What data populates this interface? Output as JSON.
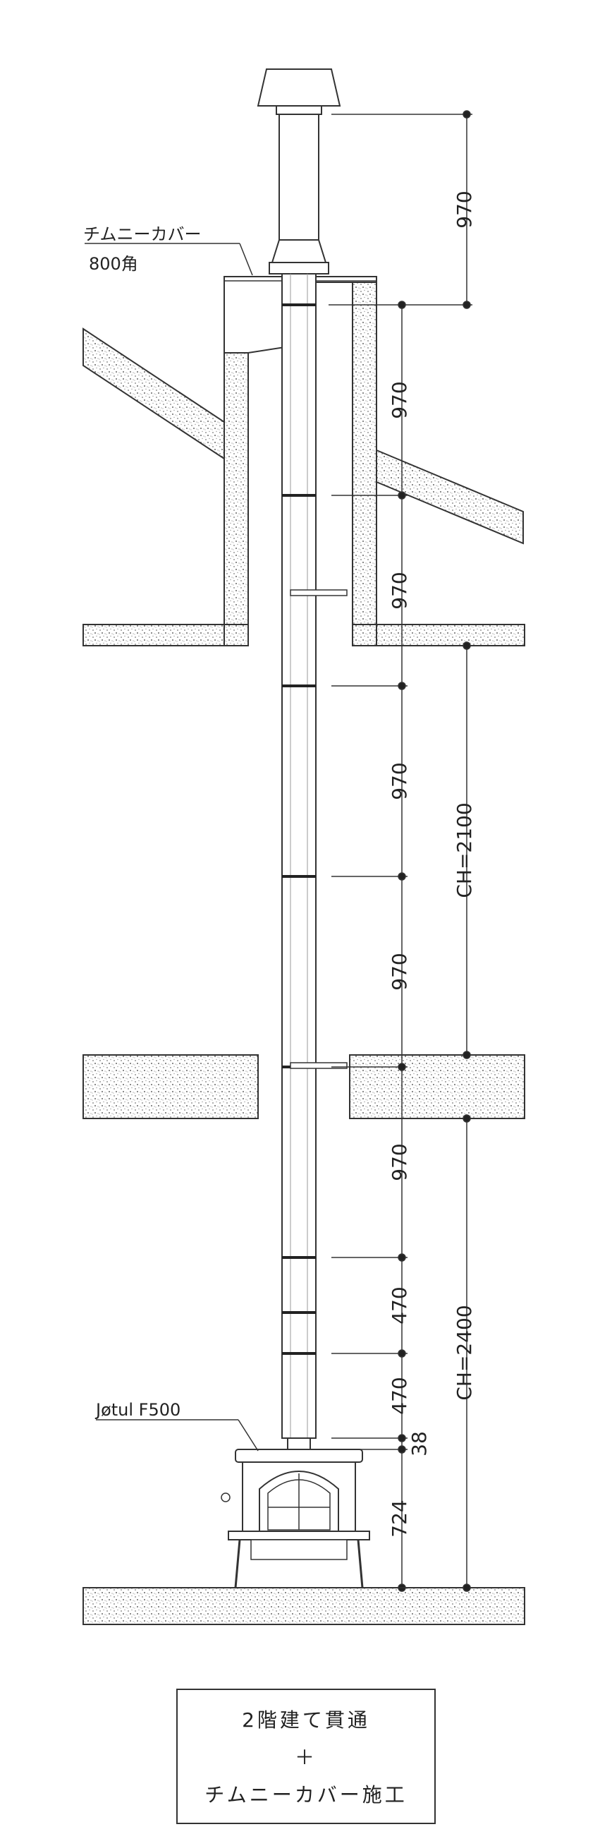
{
  "labels": {
    "chimney_cover": "チムニーカバー",
    "chimney_cover_size": "800角",
    "stove_model": "Jøtul F500"
  },
  "dimensions": {
    "top_section": "970",
    "attic_upper": "970",
    "attic_lower": "970",
    "floor2_upper": "970",
    "floor2_lower": "970",
    "floor1_upper": "970",
    "floor1_mid": "470",
    "floor1_lower": "470",
    "stove_connector": "38",
    "stove_height": "724",
    "ceiling_height_2f": "CH=2100",
    "ceiling_height_1f": "CH=2400"
  },
  "title_box": {
    "line1": "2階建て貫通",
    "line2": "＋",
    "line3": "チムニーカバー施工"
  },
  "colors": {
    "line": "#333333",
    "hatch": "#888888"
  }
}
